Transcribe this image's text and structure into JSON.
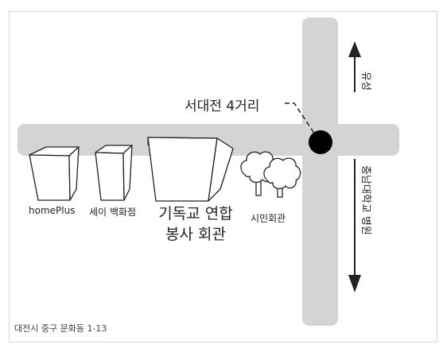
{
  "map": {
    "intersection_label": "서대전 4거리",
    "buildings": {
      "homeplus": "homePlus",
      "sei": "세이 백화점",
      "main_line1": "기독교 연합",
      "main_line2": "봉사 회관",
      "civic": "시민회관"
    },
    "directions": {
      "north": "유성",
      "south": "충남대학교 병원"
    },
    "address": "대전시 중구 문화동 1-13",
    "colors": {
      "road": "#d4d4d4",
      "building_fill": "#ffffff",
      "stroke": "#222222",
      "marker": "#000000"
    }
  }
}
